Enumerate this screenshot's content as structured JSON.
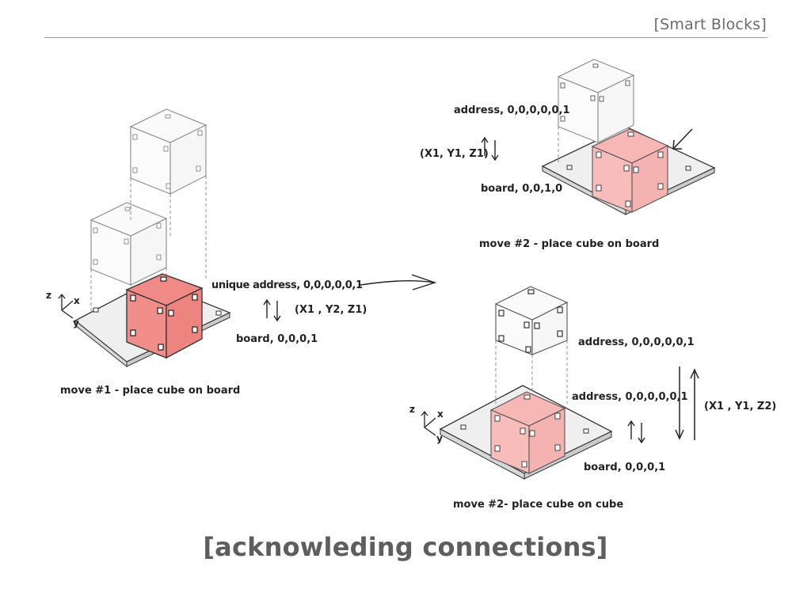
{
  "header": {
    "title": "[Smart Blocks]"
  },
  "slide_title": "[acknowleding connections]",
  "diagram": {
    "left": {
      "address": "unique address, 0,0,0,0,0,1",
      "coords": "(X1 , Y2, Z1)",
      "board": "board, 0,0,0,1",
      "caption": "move #1 - place cube on board",
      "axes": {
        "z": "z",
        "x": "x",
        "y": "y"
      }
    },
    "top_right": {
      "address": "address, 0,0,0,0,0,1",
      "coords": "(X1, Y1, Z1)",
      "board": "board, 0,0,1,0",
      "caption": "move #2 - place cube on board"
    },
    "bottom_right": {
      "address_top": "address, 0,0,0,0,0,1",
      "address": "address, 0,0,0,0,0,1",
      "board": "board, 0,0,0,1",
      "coords": "(X1 , Y1, Z2)",
      "caption": "move #2- place cube on cube",
      "axes": {
        "z": "z",
        "x": "x",
        "y": "y"
      }
    }
  },
  "colors": {
    "cube_red": "#f28b87",
    "cube_pink": "#f6b8b6",
    "board": "#eeeeee",
    "stroke": "#333333"
  }
}
